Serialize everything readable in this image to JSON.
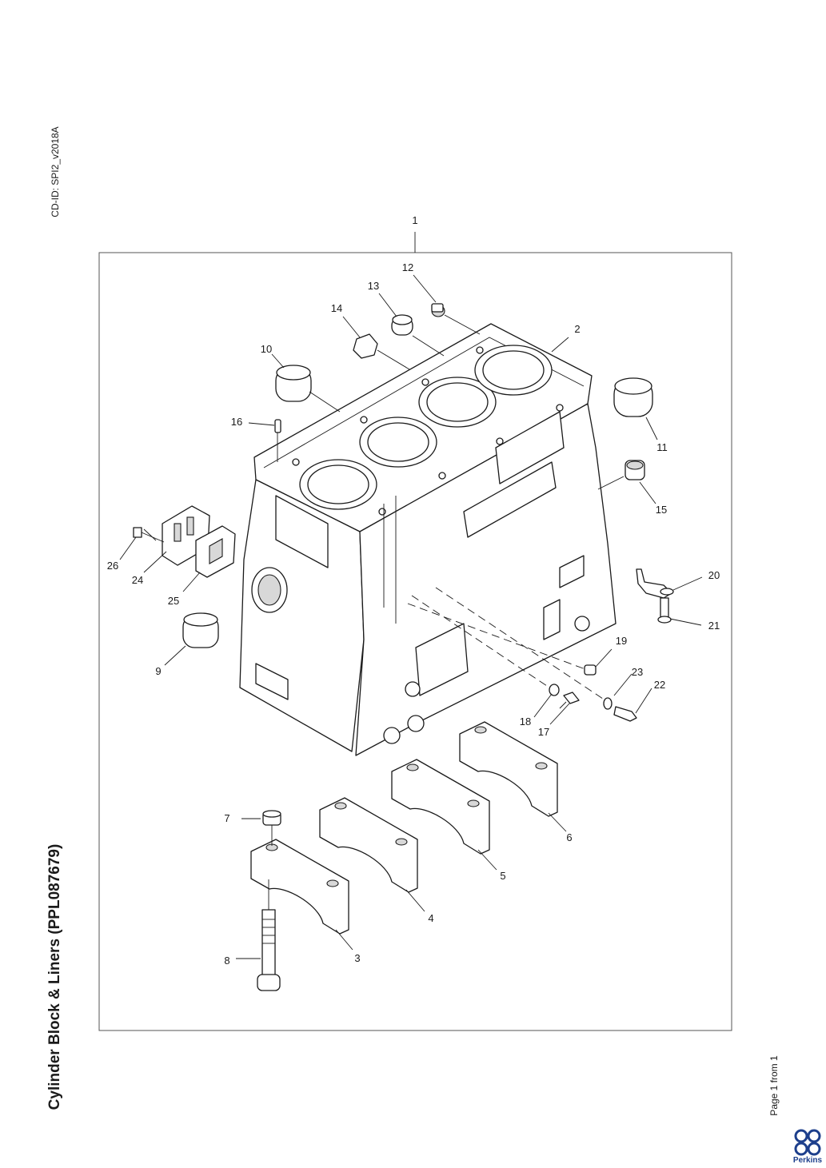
{
  "cd_id": "CD-ID: SPI2_v2018A",
  "title": "Cylinder Block & Liners (PPL087679)",
  "page_label": "Page 1 from 1",
  "brand": {
    "name": "Perkins",
    "color": "#1d3f8c"
  },
  "callouts": {
    "c1": "1",
    "c2": "2",
    "c3": "3",
    "c4": "4",
    "c5": "5",
    "c6": "6",
    "c7": "7",
    "c8": "8",
    "c9": "9",
    "c10": "10",
    "c11": "11",
    "c12": "12",
    "c13": "13",
    "c14": "14",
    "c15": "15",
    "c16": "16",
    "c17": "17",
    "c18": "18",
    "c19": "19",
    "c20": "20",
    "c21": "21",
    "c22": "22",
    "c23": "23",
    "c24": "24",
    "c25": "25",
    "c26": "26"
  }
}
